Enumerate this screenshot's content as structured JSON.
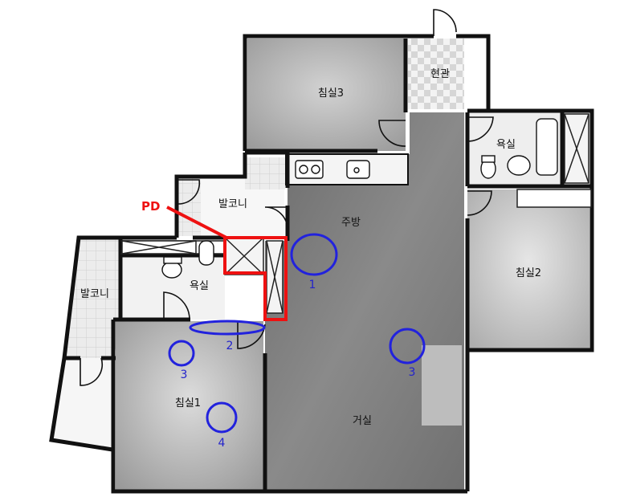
{
  "rooms": {
    "entrance": "현관",
    "bedroom3": "침실3",
    "kitchen": "주방",
    "bath_right": "욕실",
    "bedroom2": "침실2",
    "balcony_mid": "발코니",
    "bath_left": "욕실",
    "balcony_left": "발코니",
    "bedroom1": "침실1",
    "living": "거실"
  },
  "annotations": {
    "pd_label": "PD",
    "markers": [
      "1",
      "2",
      "3",
      "3",
      "4"
    ]
  },
  "colors": {
    "wall": "#111111",
    "floor_dark": "#7d7d7d",
    "floor_mid": "#9a9a9a",
    "floor_light": "#d4d4d4",
    "tile": "#e4e4e4",
    "marker": "#2222dd",
    "pd_outline": "#ee1111"
  }
}
